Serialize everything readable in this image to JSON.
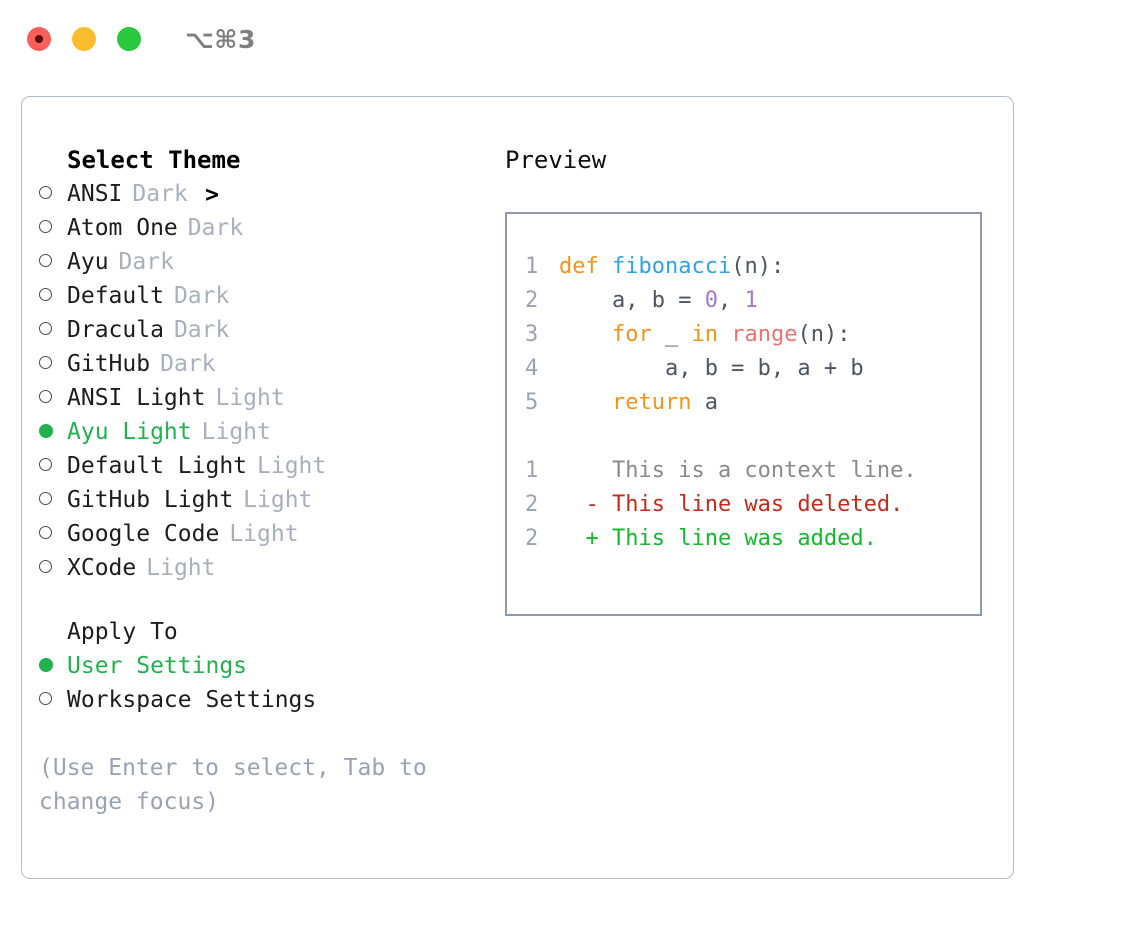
{
  "titlebar": {
    "shortcut": "⌥⌘3",
    "buttons": [
      {
        "name": "close",
        "color": "#fb5f5a"
      },
      {
        "name": "minimize",
        "color": "#fdbc2d"
      },
      {
        "name": "zoom",
        "color": "#29c83f"
      }
    ]
  },
  "theme_section": {
    "caret": ">",
    "heading": "Select Theme",
    "items": [
      {
        "bullet": "hollow",
        "label": "ANSI",
        "suffix": "Dark",
        "selected": false
      },
      {
        "bullet": "hollow",
        "label": "Atom One",
        "suffix": "Dark",
        "selected": false
      },
      {
        "bullet": "hollow",
        "label": "Ayu",
        "suffix": "Dark",
        "selected": false
      },
      {
        "bullet": "hollow",
        "label": "Default",
        "suffix": "Dark",
        "selected": false
      },
      {
        "bullet": "hollow",
        "label": "Dracula",
        "suffix": "Dark",
        "selected": false
      },
      {
        "bullet": "hollow",
        "label": "GitHub",
        "suffix": "Dark",
        "selected": false
      },
      {
        "bullet": "hollow",
        "label": "ANSI Light",
        "suffix": "Light",
        "selected": false
      },
      {
        "bullet": "filled",
        "label": "Ayu Light",
        "suffix": "Light",
        "selected": true
      },
      {
        "bullet": "hollow",
        "label": "Default Light",
        "suffix": "Light",
        "selected": false
      },
      {
        "bullet": "hollow",
        "label": "GitHub Light",
        "suffix": "Light",
        "selected": false
      },
      {
        "bullet": "hollow",
        "label": "Google Code",
        "suffix": "Light",
        "selected": false
      },
      {
        "bullet": "hollow",
        "label": "XCode",
        "suffix": "Light",
        "selected": false
      }
    ]
  },
  "apply_section": {
    "heading": "Apply To",
    "items": [
      {
        "bullet": "filled",
        "label": "User Settings",
        "selected": true
      },
      {
        "bullet": "hollow",
        "label": "Workspace Settings",
        "selected": false
      }
    ]
  },
  "hint": "(Use Enter to select, Tab to change focus)",
  "preview": {
    "title": "Preview",
    "code_lines": [
      {
        "num": "1",
        "tokens": [
          {
            "t": "def ",
            "c": "t-kw"
          },
          {
            "t": "fibonacci",
            "c": "t-fn"
          },
          {
            "t": "(n):",
            "c": "t-pl"
          }
        ]
      },
      {
        "num": "2",
        "tokens": [
          {
            "t": "    a, b = ",
            "c": "t-pl"
          },
          {
            "t": "0",
            "c": "t-num"
          },
          {
            "t": ", ",
            "c": "t-pl"
          },
          {
            "t": "1",
            "c": "t-num"
          }
        ]
      },
      {
        "num": "3",
        "tokens": [
          {
            "t": "    ",
            "c": "t-pl"
          },
          {
            "t": "for",
            "c": "t-kw"
          },
          {
            "t": " _ ",
            "c": "t-pl"
          },
          {
            "t": "in",
            "c": "t-kw"
          },
          {
            "t": " ",
            "c": "t-pl"
          },
          {
            "t": "range",
            "c": "t-bi"
          },
          {
            "t": "(n):",
            "c": "t-pl"
          }
        ]
      },
      {
        "num": "4",
        "tokens": [
          {
            "t": "        a, b = b, a + b",
            "c": "t-pl"
          }
        ]
      },
      {
        "num": "5",
        "tokens": [
          {
            "t": "    ",
            "c": "t-pl"
          },
          {
            "t": "return",
            "c": "t-kw"
          },
          {
            "t": " a",
            "c": "t-pl"
          }
        ]
      }
    ],
    "diff_lines": [
      {
        "num": "1",
        "marker": "  ",
        "text": "This is a context line.",
        "c": "t-ctx"
      },
      {
        "num": "2",
        "marker": "- ",
        "text": "This line was deleted.",
        "c": "t-del"
      },
      {
        "num": "2",
        "marker": "+ ",
        "text": "This line was added.",
        "c": "t-add"
      }
    ]
  },
  "colors": {
    "accent_green": "#23b14d",
    "muted": "#a8b0bd",
    "panel_border": "#b3bccb",
    "preview_border": "#8d99ae",
    "kw_orange": "#f2941a",
    "fn_blue": "#2fa4e0",
    "num_purple": "#a37acc",
    "builtin_red": "#f07171",
    "diff_add": "#12bb2a",
    "diff_del": "#c42b1c"
  }
}
